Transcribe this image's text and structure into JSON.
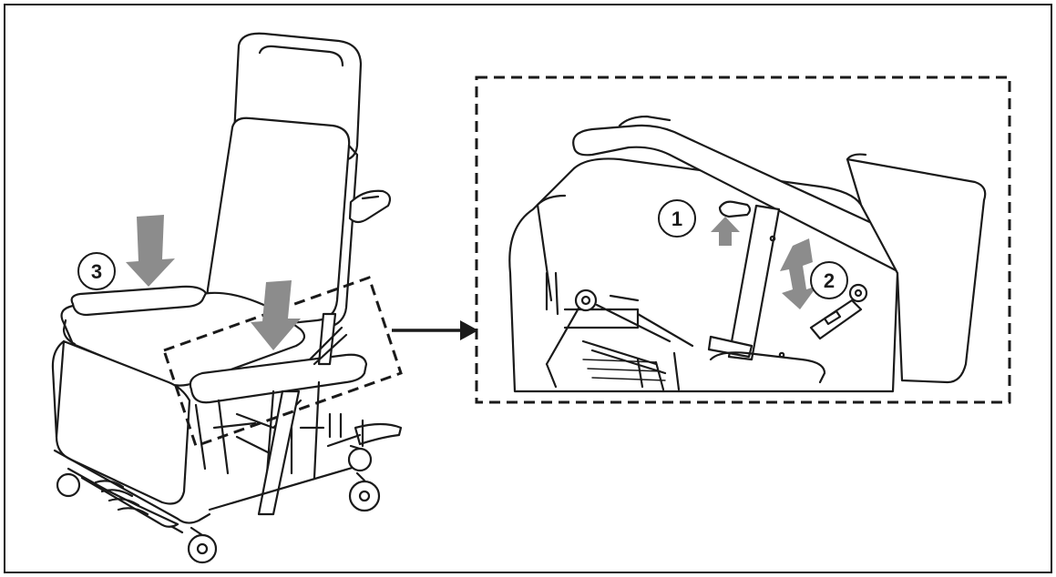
{
  "callouts": [
    {
      "id": "1",
      "label": "1"
    },
    {
      "id": "2",
      "label": "2"
    },
    {
      "id": "3",
      "label": "3"
    }
  ],
  "colors": {
    "line": "#1a1a1a",
    "arrow_gray": "#8c8c8c",
    "arrow_gray_dark": "#6e6e6e",
    "background": "#ffffff"
  },
  "icons": {
    "down_arrow": "down-arrow-icon",
    "up_arrow": "up-arrow-icon",
    "double_arrow": "double-arrow-icon",
    "pointer_arrow": "pointer-arrow-icon"
  }
}
